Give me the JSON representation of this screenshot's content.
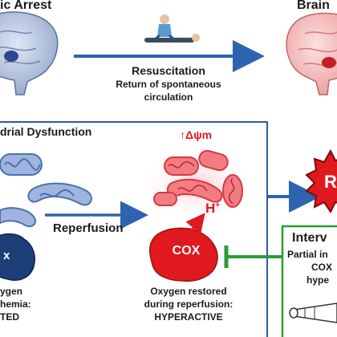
{
  "top": {
    "left_title": "ic Arrest",
    "right_title": "Brain",
    "arrow_label": "Resuscitation",
    "arrow_sublabel_1": "Return of spontaneous",
    "arrow_sublabel_2": "circulation"
  },
  "panel": {
    "title": "drial Dysfunction",
    "membrane_potential": "↑Δψm",
    "proton": "H",
    "proton_sup": "+",
    "reperfusion_label": "Reperfusion",
    "enzyme_left": "x",
    "enzyme_right": "COX",
    "left_caption": [
      "ygen",
      "hemia:",
      "TED"
    ],
    "right_caption": [
      "Oxygen restored",
      "during reperfusion:",
      "HYPERACTIVE"
    ]
  },
  "right": {
    "burst_label": "R",
    "intervention_title": "Interv",
    "intervention_lines": [
      "Partial in",
      "COX",
      "hype"
    ]
  },
  "colors": {
    "panel_border": "#2e5b9a",
    "arrow_blue": "#2e63b0",
    "cox_red": "#e0191f",
    "cox_dark_blue": "#1d3f78",
    "inhibit_green": "#2a9d37",
    "mito_blue": "#6e8fc9",
    "mito_red": "#e8535a"
  }
}
